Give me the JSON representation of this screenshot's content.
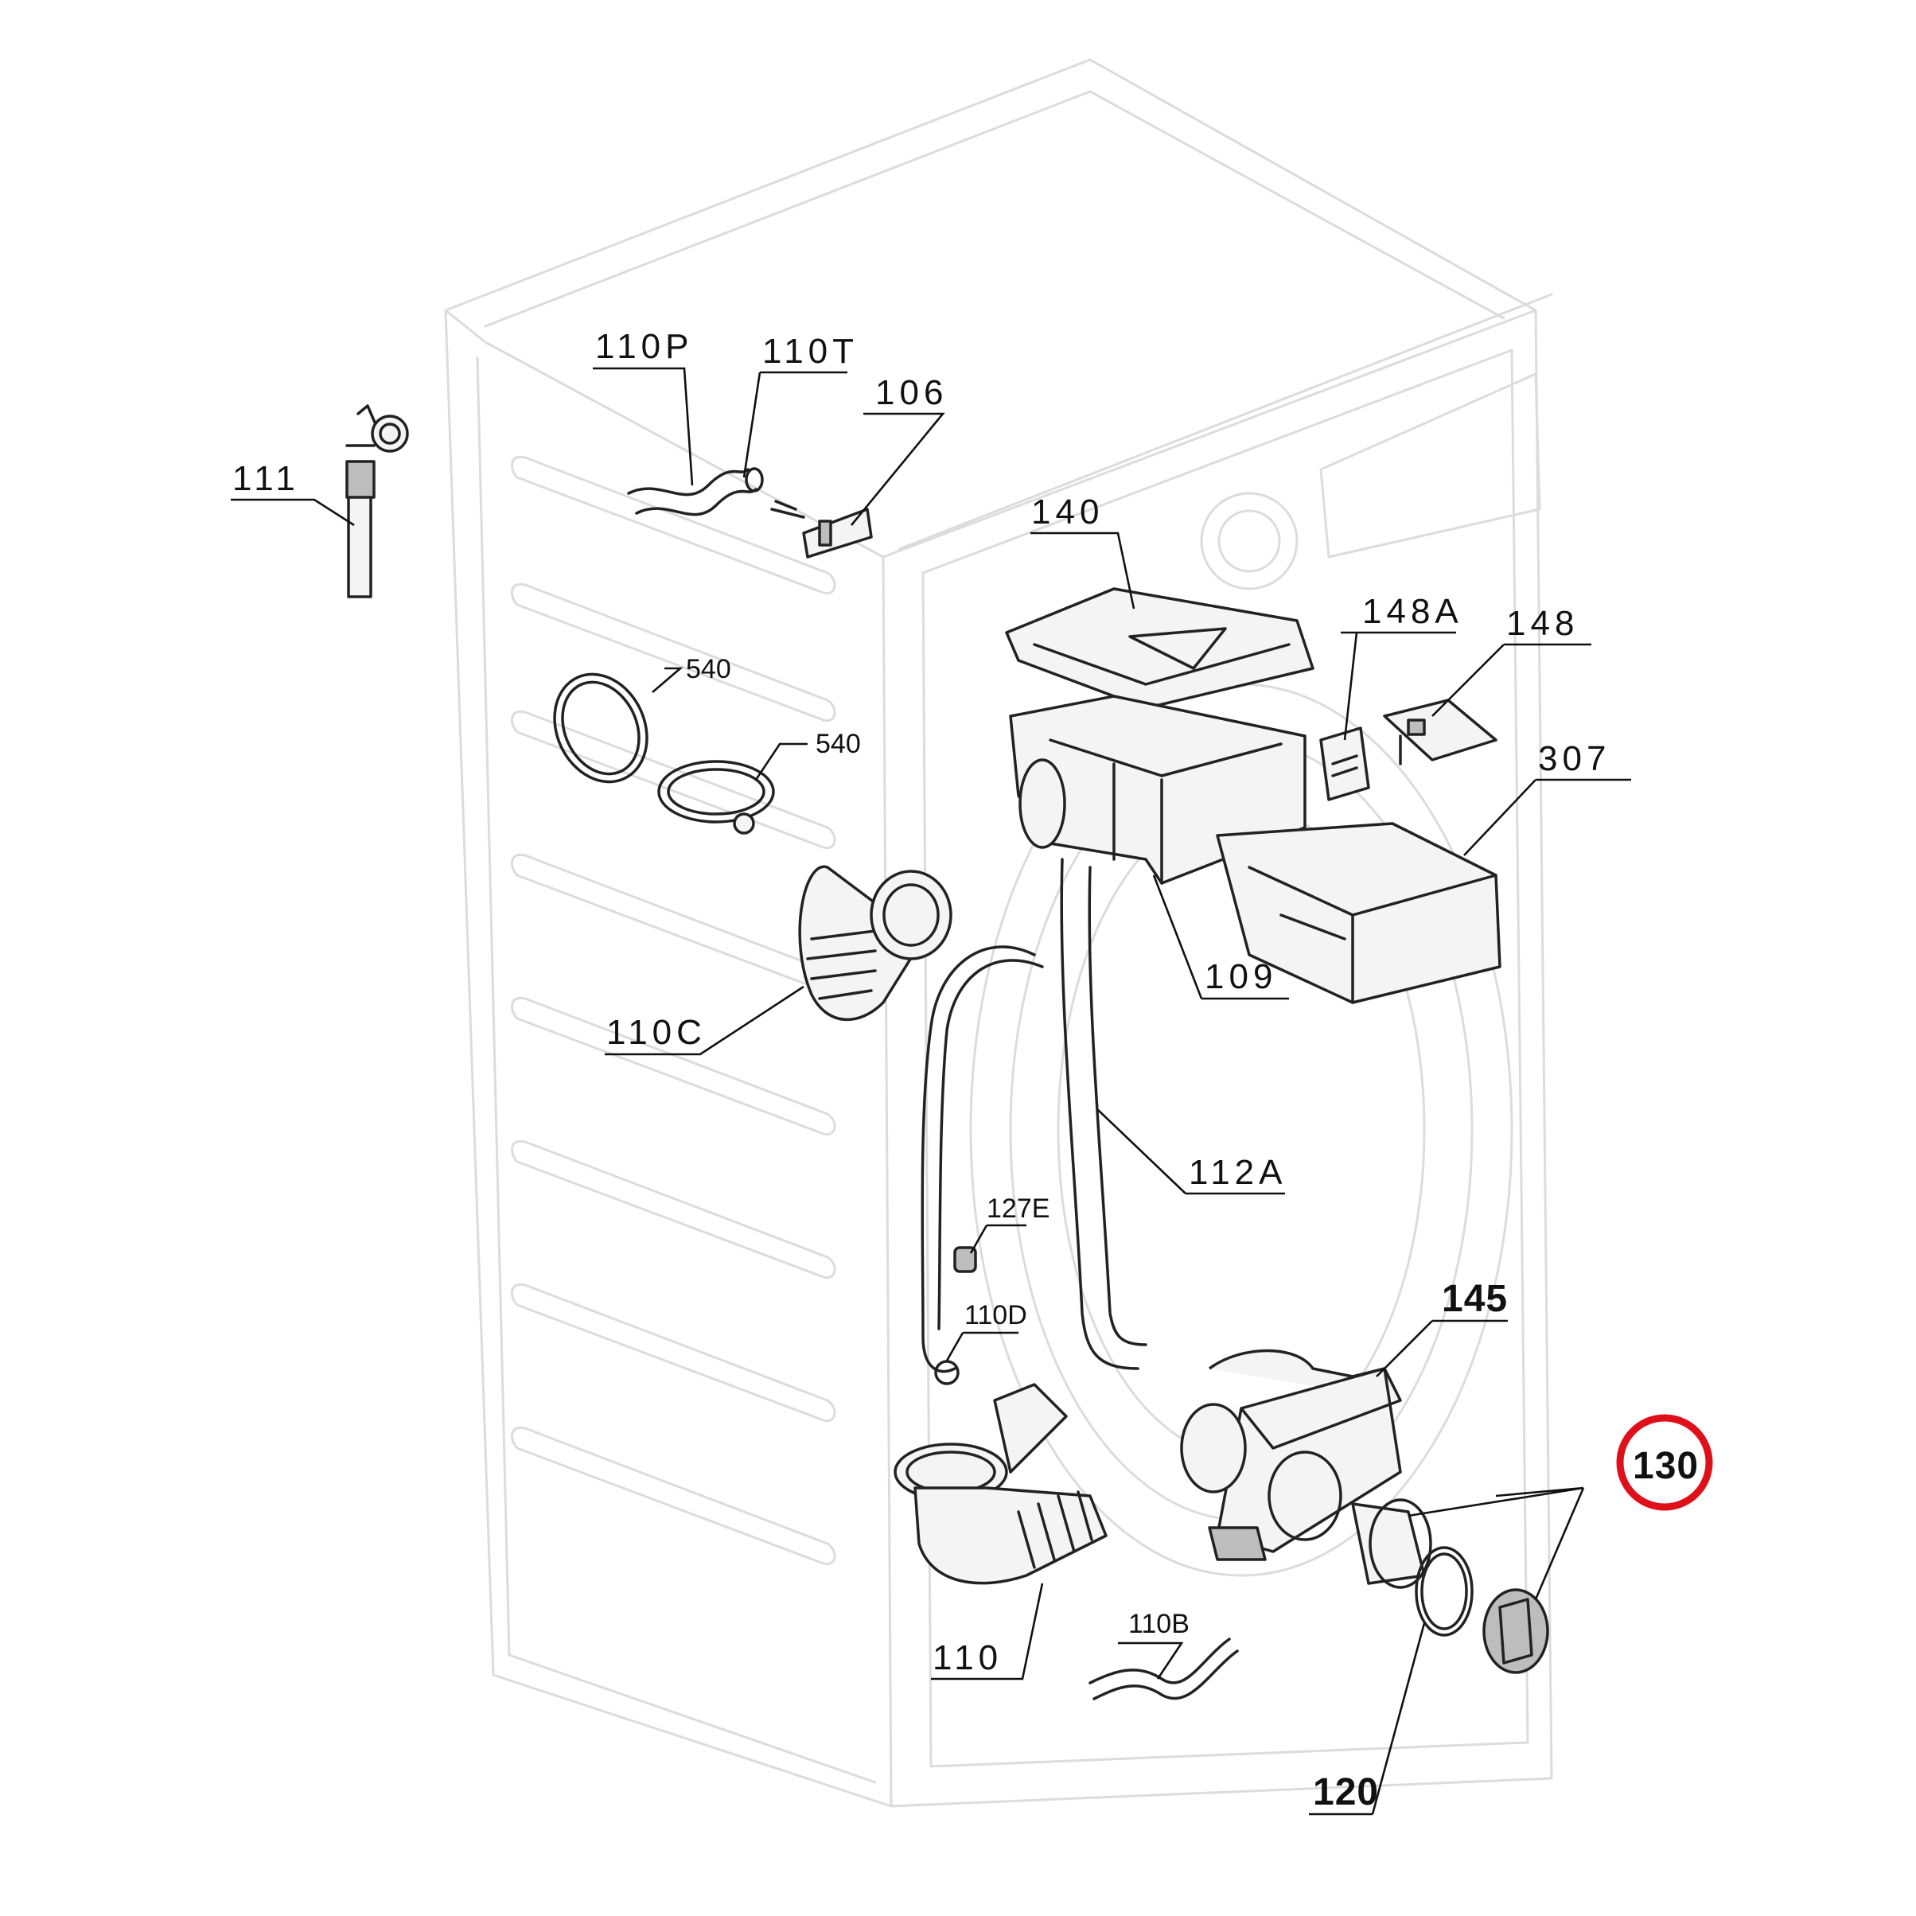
{
  "diagram": {
    "highlight_color": "#e0101a",
    "highlighted_part": "130",
    "labels": {
      "p111": "111",
      "p110P": "110P",
      "p110T": "110T",
      "p106": "106",
      "p140": "140",
      "p148A": "148A",
      "p148": "148",
      "p307": "307",
      "p540a": "540",
      "p540b": "540",
      "p109": "109",
      "p110C": "110C",
      "p112A": "112A",
      "p127E": "127E",
      "p110D": "110D",
      "p145": "145",
      "p130": "130",
      "p110B": "110B",
      "p110": "110",
      "p120": "120"
    }
  }
}
